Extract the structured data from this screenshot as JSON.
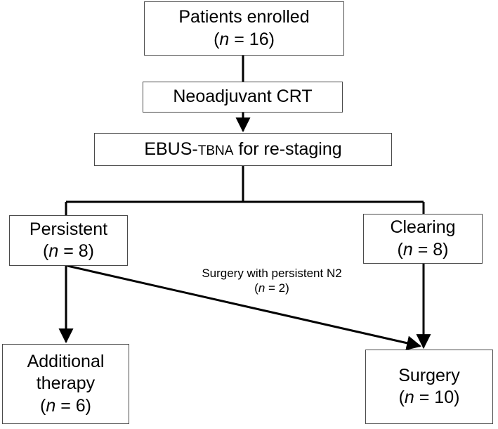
{
  "nodes": {
    "enrolled": {
      "title": "Patients enrolled",
      "n_prefix": "(",
      "n_var": "n",
      "n_rest": " = 16)"
    },
    "crt": {
      "title": "Neoadjuvant CRT"
    },
    "ebus": {
      "title_a": "EBUS-",
      "title_b": "TBNA",
      "title_c": " for re-staging"
    },
    "persistent": {
      "title": "Persistent",
      "n_prefix": "(",
      "n_var": "n",
      "n_rest": " = 8)"
    },
    "clearing": {
      "title": "Clearing",
      "n_prefix": "(",
      "n_var": "n",
      "n_rest": " = 8)"
    },
    "additional": {
      "title_line1": "Additional",
      "title_line2": "therapy",
      "n_prefix": "(",
      "n_var": "n",
      "n_rest": " = 6)"
    },
    "surgery": {
      "title": "Surgery",
      "n_prefix": "(",
      "n_var": "n",
      "n_rest": " = 10)"
    }
  },
  "edge_label": {
    "text": "Surgery with persistent N2",
    "n_prefix": "(",
    "n_var": "n",
    "n_rest": " = 2)"
  }
}
